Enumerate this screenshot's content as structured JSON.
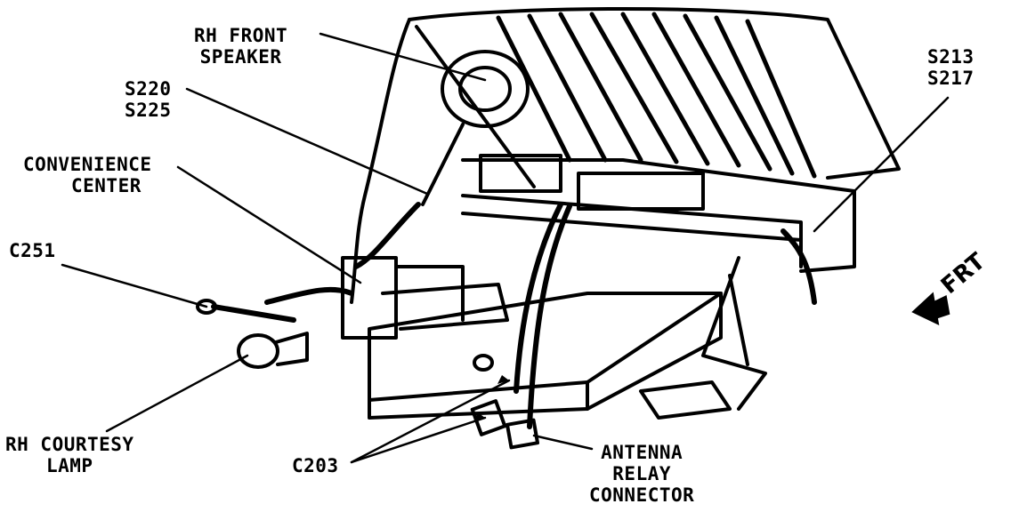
{
  "labels": {
    "rh_front_speaker": [
      "RH FRONT",
      "SPEAKER"
    ],
    "s220_s225": [
      "S220",
      "S225"
    ],
    "convenience_center": [
      "CONVENIENCE",
      "CENTER"
    ],
    "c251": "C251",
    "rh_courtesy_lamp": [
      "RH COURTESY",
      "LAMP"
    ],
    "c203": "C203",
    "antenna_relay_connector": [
      "ANTENNA",
      "RELAY",
      "CONNECTOR"
    ],
    "s213_s217": [
      "S213",
      "S217"
    ],
    "frt": "FRT"
  },
  "colors": {
    "ink": "#000000",
    "paper": "#ffffff"
  }
}
